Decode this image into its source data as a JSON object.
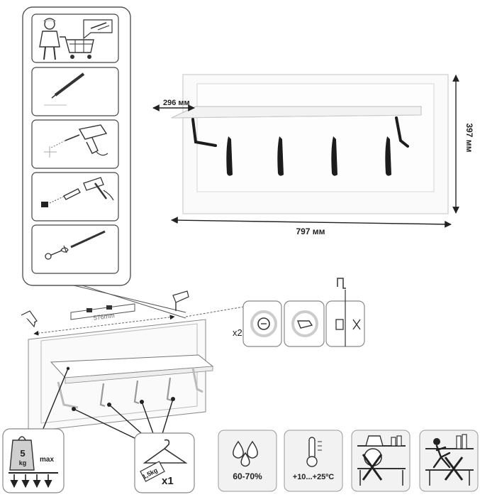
{
  "product": {
    "width_label": "797 мм",
    "height_label": "397 мм",
    "shelf_depth_label": "296 мм"
  },
  "install": {
    "hole_spacing_label": "576mm",
    "dowel_count_label": "x2"
  },
  "load": {
    "weight_value": "5",
    "weight_unit": "kg",
    "weight_max_label": "max",
    "hanger_weight_label": "1,5kg",
    "hanger_count_label": "x1"
  },
  "conditions": {
    "humidity_label": "60-70%",
    "temperature_label": "+10...+25ºC"
  },
  "colors": {
    "line": "#222222",
    "panel_fill": "#fafafa",
    "hook": "#1c1c1c",
    "icon_bg": "#f2f2f2"
  }
}
